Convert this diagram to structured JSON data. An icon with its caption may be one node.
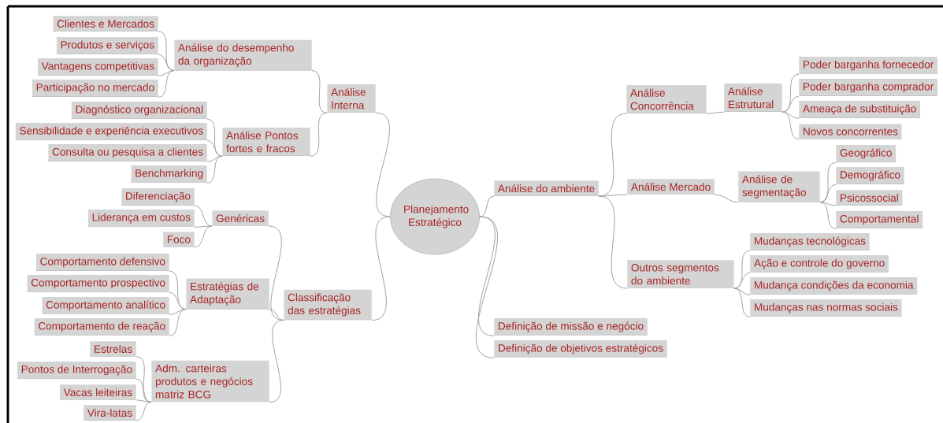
{
  "diagram": {
    "nodes": [
      {
        "text": [
          "Planejamento Estratégico"
        ]
      },
      {
        "text": [
          "Análise Interna"
        ]
      },
      {
        "text": [
          "Análise do desempenho da organização"
        ]
      },
      {
        "text": [
          "Clientes e Mercados"
        ]
      },
      {
        "text": [
          "Produtos e serviços"
        ]
      },
      {
        "text": [
          "Vantagens competitivas"
        ]
      },
      {
        "text": [
          "Participação no mercado"
        ]
      },
      {
        "text": [
          "Análise Pontos fortes e fracos"
        ]
      },
      {
        "text": [
          "Diagnóstico organizacional"
        ]
      },
      {
        "text": [
          "Sensibilidade e experiência executivos"
        ]
      },
      {
        "text": [
          "Consulta ou pesquisa a clientes"
        ]
      },
      {
        "text": [
          "Benchmarking"
        ]
      },
      {
        "text": [
          "Classificação das estratégias"
        ]
      },
      {
        "text": [
          "Genéricas"
        ]
      },
      {
        "text": [
          "Diferenciação"
        ]
      },
      {
        "text": [
          "Liderança em custos"
        ]
      },
      {
        "text": [
          "Foco"
        ]
      },
      {
        "text": [
          "Estratégias de Adaptação"
        ]
      },
      {
        "text": [
          "Comportamento defensivo"
        ]
      },
      {
        "text": [
          "Comportamento prospectivo"
        ]
      },
      {
        "text": [
          "Comportamento analítico"
        ]
      },
      {
        "text": [
          "Comportamento de reação"
        ]
      },
      {
        "text": [
          "Adm. carteiras produtos e negócios matriz BCG"
        ]
      },
      {
        "text": [
          "Estrelas"
        ]
      },
      {
        "text": [
          "Pontos de Interrogação"
        ]
      },
      {
        "text": [
          "Vacas leiteiras"
        ]
      },
      {
        "text": [
          "Vira-latas"
        ]
      },
      {
        "text": [
          "Análise do ambiente"
        ]
      },
      {
        "text": [
          "Análise Concorrência"
        ]
      },
      {
        "text": [
          "Análise Estrutural"
        ]
      },
      {
        "text": [
          "Poder barganha fornecedor"
        ]
      },
      {
        "text": [
          "Poder barganha comprador"
        ]
      },
      {
        "text": [
          "Ameaça de substituição"
        ]
      },
      {
        "text": [
          "Novos concorrentes"
        ]
      },
      {
        "text": [
          "Análise Mercado"
        ]
      },
      {
        "text": [
          "Análise de segmentação"
        ]
      },
      {
        "text": [
          "Geográfico"
        ]
      },
      {
        "text": [
          "Demográfico"
        ]
      },
      {
        "text": [
          "Psicossocial"
        ]
      },
      {
        "text": [
          "Comportamental"
        ]
      },
      {
        "text": [
          "Outros segmentos do ambiente"
        ]
      },
      {
        "text": [
          "Mudanças tecnológicas"
        ]
      },
      {
        "text": [
          "Ação e controle do governo"
        ]
      },
      {
        "text": [
          "Mudança condições da economia"
        ]
      },
      {
        "text": [
          "Mudanças nas normas sociais"
        ]
      },
      {
        "text": [
          "Definição de missão e negócio"
        ]
      },
      {
        "text": [
          "Definição de objetivos estratégicos"
        ]
      }
    ],
    "edges": [
      {
        "from": 0,
        "to": 1,
        "arrow": "none"
      },
      {
        "from": 1,
        "to": 2,
        "arrow": "none"
      },
      {
        "from": 2,
        "to": 3,
        "arrow": "none"
      },
      {
        "from": 2,
        "to": 4,
        "arrow": "none"
      },
      {
        "from": 2,
        "to": 5,
        "arrow": "none"
      },
      {
        "from": 2,
        "to": 6,
        "arrow": "none"
      },
      {
        "from": 1,
        "to": 7,
        "arrow": "none"
      },
      {
        "from": 7,
        "to": 8,
        "arrow": "none"
      },
      {
        "from": 7,
        "to": 9,
        "arrow": "none"
      },
      {
        "from": 7,
        "to": 10,
        "arrow": "none"
      },
      {
        "from": 7,
        "to": 11,
        "arrow": "none"
      },
      {
        "from": 0,
        "to": 12,
        "arrow": "none"
      },
      {
        "from": 12,
        "to": 13,
        "arrow": "none"
      },
      {
        "from": 13,
        "to": 14,
        "arrow": "none"
      },
      {
        "from": 13,
        "to": 15,
        "arrow": "none"
      },
      {
        "from": 13,
        "to": 16,
        "arrow": "none"
      },
      {
        "from": 12,
        "to": 17,
        "arrow": "none"
      },
      {
        "from": 17,
        "to": 18,
        "arrow": "none"
      },
      {
        "from": 17,
        "to": 19,
        "arrow": "none"
      },
      {
        "from": 17,
        "to": 20,
        "arrow": "none"
      },
      {
        "from": 17,
        "to": 21,
        "arrow": "none"
      },
      {
        "from": 12,
        "to": 22,
        "arrow": "none"
      },
      {
        "from": 22,
        "to": 23,
        "arrow": "none"
      },
      {
        "from": 22,
        "to": 24,
        "arrow": "none"
      },
      {
        "from": 22,
        "to": 25,
        "arrow": "none"
      },
      {
        "from": 22,
        "to": 26,
        "arrow": "none"
      },
      {
        "from": 0,
        "to": 27,
        "arrow": "none"
      },
      {
        "from": 27,
        "to": 28,
        "arrow": "none"
      },
      {
        "from": 28,
        "to": 29,
        "arrow": "none"
      },
      {
        "from": 29,
        "to": 30,
        "arrow": "none"
      },
      {
        "from": 29,
        "to": 31,
        "arrow": "none"
      },
      {
        "from": 29,
        "to": 32,
        "arrow": "none"
      },
      {
        "from": 29,
        "to": 33,
        "arrow": "none"
      },
      {
        "from": 27,
        "to": 34,
        "arrow": "none"
      },
      {
        "from": 34,
        "to": 35,
        "arrow": "none"
      },
      {
        "from": 35,
        "to": 36,
        "arrow": "none"
      },
      {
        "from": 35,
        "to": 37,
        "arrow": "none"
      },
      {
        "from": 35,
        "to": 38,
        "arrow": "none"
      },
      {
        "from": 35,
        "to": 39,
        "arrow": "none"
      },
      {
        "from": 27,
        "to": 40,
        "arrow": "none"
      },
      {
        "from": 40,
        "to": 41,
        "arrow": "none"
      },
      {
        "from": 40,
        "to": 42,
        "arrow": "none"
      },
      {
        "from": 40,
        "to": 43,
        "arrow": "none"
      },
      {
        "from": 40,
        "to": 44,
        "arrow": "none"
      },
      {
        "from": 0,
        "to": 45,
        "arrow": "none"
      },
      {
        "from": 0,
        "to": 46,
        "arrow": "none"
      }
    ]
  }
}
